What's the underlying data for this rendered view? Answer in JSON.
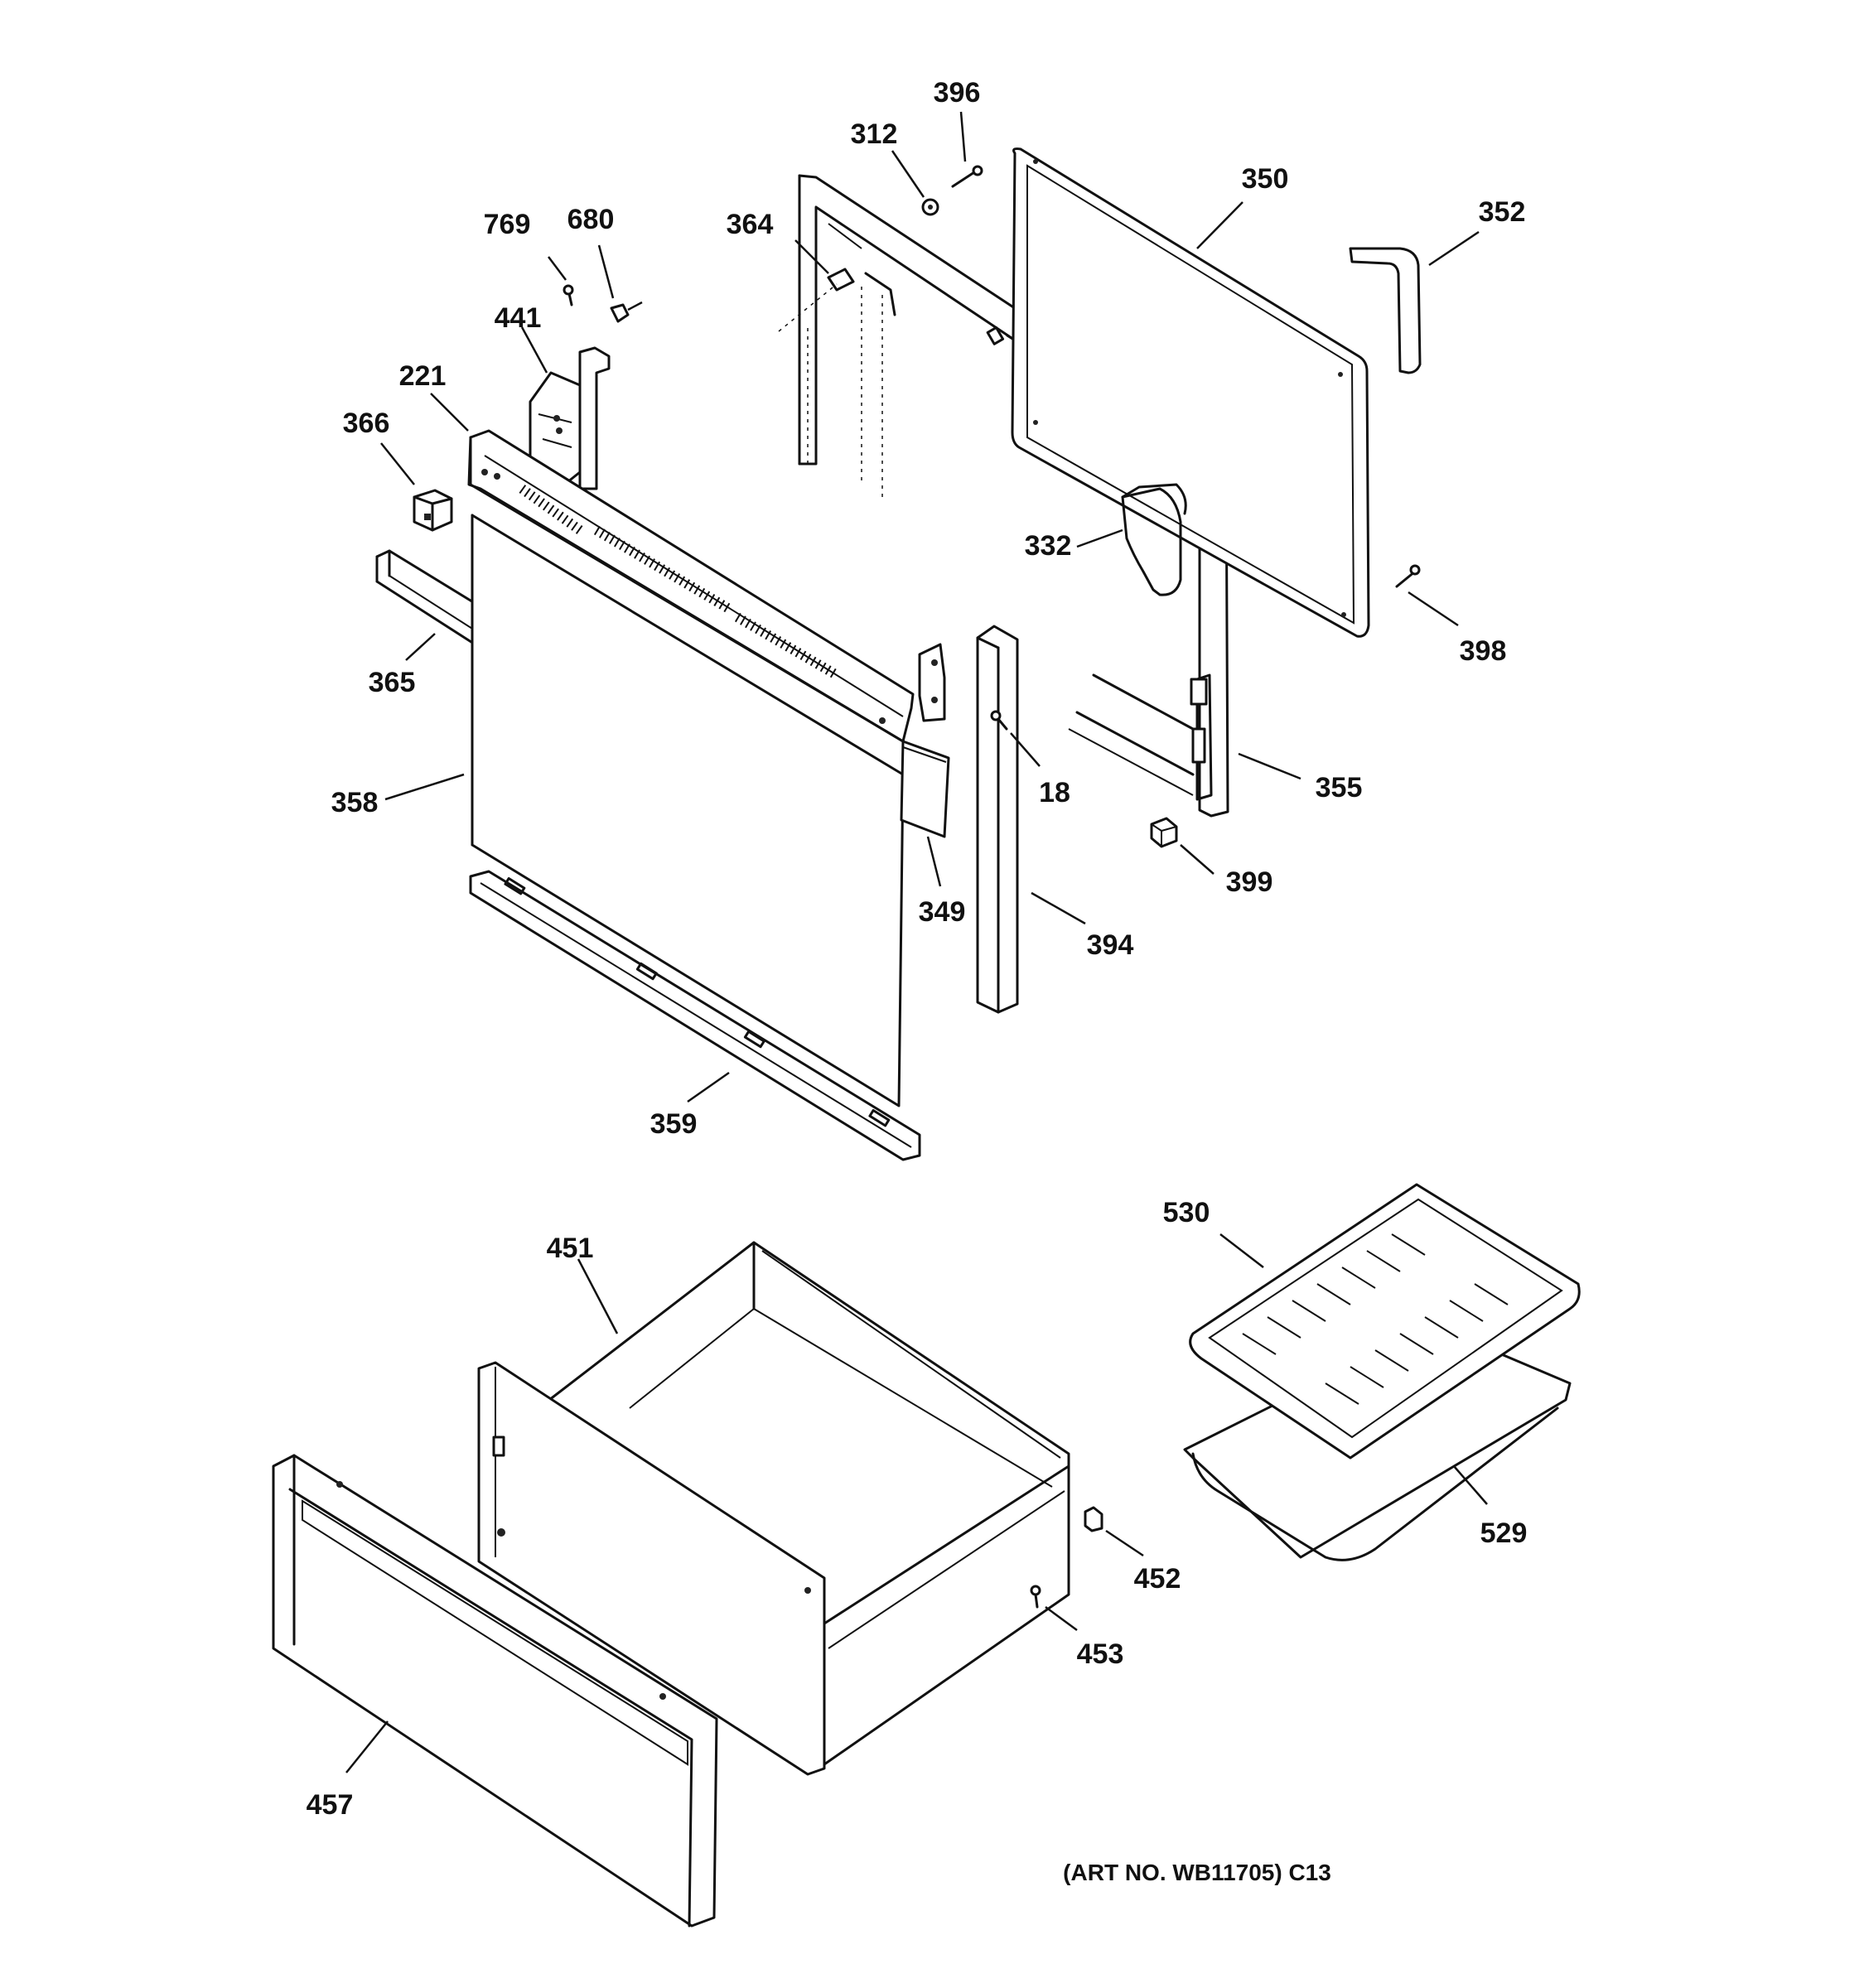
{
  "diagram": {
    "parts": [
      {
        "id": "396",
        "label": "396"
      },
      {
        "id": "312",
        "label": "312"
      },
      {
        "id": "350",
        "label": "350"
      },
      {
        "id": "352",
        "label": "352"
      },
      {
        "id": "769",
        "label": "769"
      },
      {
        "id": "680",
        "label": "680"
      },
      {
        "id": "364",
        "label": "364"
      },
      {
        "id": "441",
        "label": "441"
      },
      {
        "id": "221",
        "label": "221"
      },
      {
        "id": "366",
        "label": "366"
      },
      {
        "id": "332",
        "label": "332"
      },
      {
        "id": "398",
        "label": "398"
      },
      {
        "id": "365",
        "label": "365"
      },
      {
        "id": "358",
        "label": "358"
      },
      {
        "id": "18",
        "label": "18"
      },
      {
        "id": "355",
        "label": "355"
      },
      {
        "id": "399",
        "label": "399"
      },
      {
        "id": "349",
        "label": "349"
      },
      {
        "id": "394",
        "label": "394"
      },
      {
        "id": "359",
        "label": "359"
      },
      {
        "id": "530",
        "label": "530"
      },
      {
        "id": "451",
        "label": "451"
      },
      {
        "id": "529",
        "label": "529"
      },
      {
        "id": "452",
        "label": "452"
      },
      {
        "id": "453",
        "label": "453"
      },
      {
        "id": "457",
        "label": "457"
      }
    ],
    "art_number": "(ART NO. WB11705) C13"
  }
}
